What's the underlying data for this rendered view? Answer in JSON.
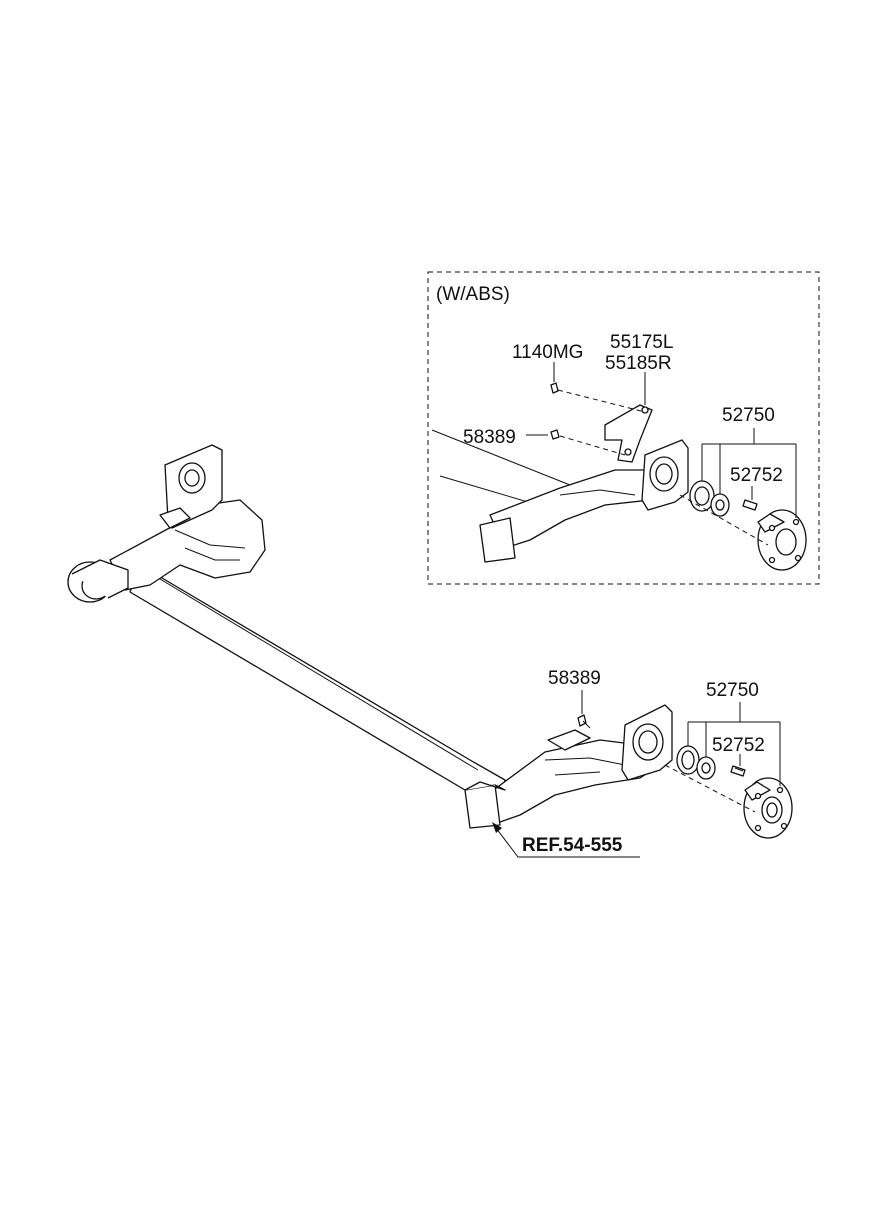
{
  "diagram": {
    "group_title": "(W/ABS)",
    "labels": {
      "abs_bolt": "1140MG",
      "abs_bracket_l": "55175L",
      "abs_bracket_r": "55185R",
      "abs_bolt2": "58389",
      "abs_hub_assy": "52750",
      "abs_hub_bolt": "52752",
      "bolt": "58389",
      "hub_assy": "52750",
      "hub_bolt": "52752"
    },
    "reference": "REF.54-555"
  }
}
